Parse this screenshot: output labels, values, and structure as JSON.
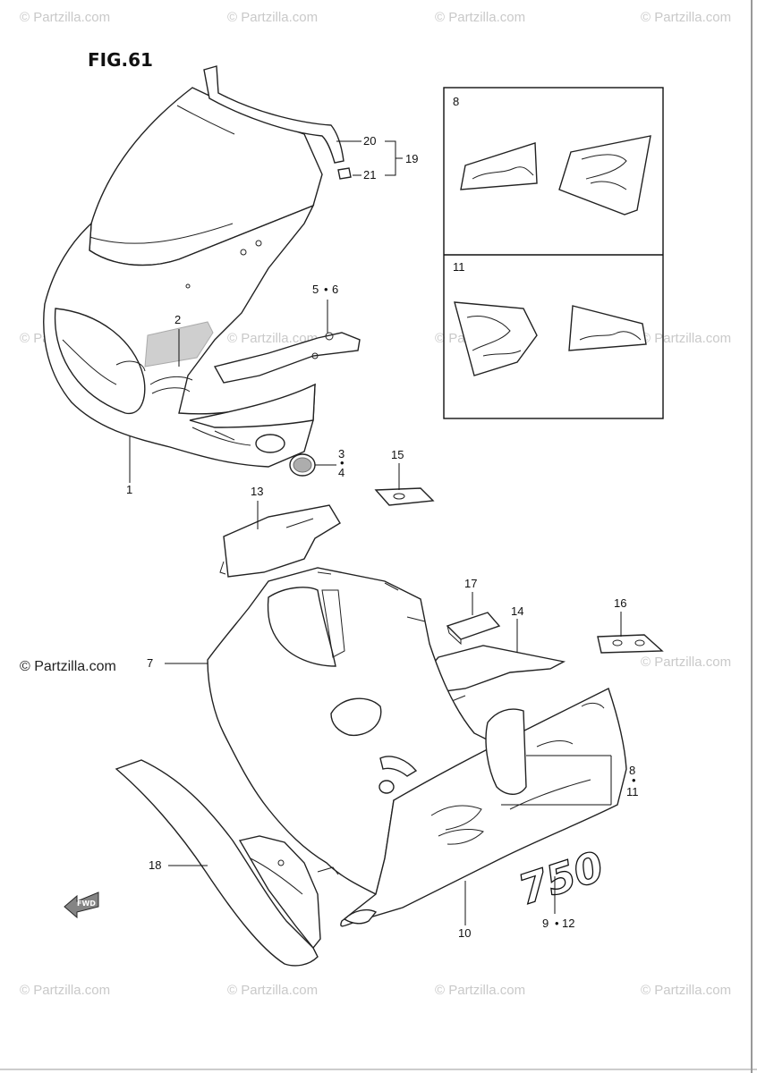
{
  "figure": {
    "title": "FIG.61"
  },
  "watermark": {
    "text": "© Partzilla.com"
  },
  "callouts": {
    "p1": "1",
    "p2": "2",
    "p3": "3",
    "p4": "4",
    "p5": "5",
    "p6": "6",
    "p7": "7",
    "p8": "8",
    "p9": "9",
    "p10": "10",
    "p11": "11",
    "p12": "12",
    "p13": "13",
    "p14": "14",
    "p15": "15",
    "p16": "16",
    "p17": "17",
    "p18": "18",
    "p19": "19",
    "p20": "20",
    "p21": "21",
    "dot": "•"
  },
  "inset_labels": {
    "top": "8",
    "bottom": "11"
  },
  "decals": {
    "model_number": "750",
    "fwd_arrow": "FWD"
  }
}
